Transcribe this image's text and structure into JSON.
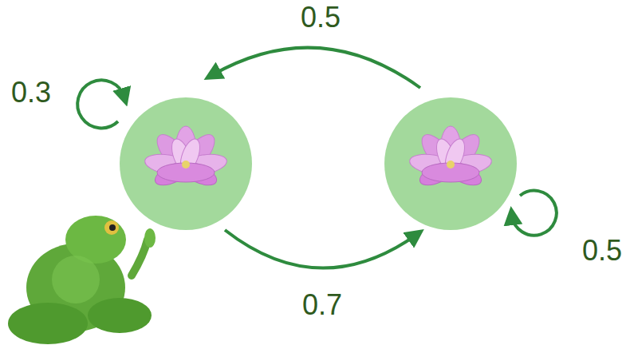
{
  "diagram": {
    "labels": [
      "0.5",
      "0.3",
      "0.5",
      "0.7"
    ]
  }
}
